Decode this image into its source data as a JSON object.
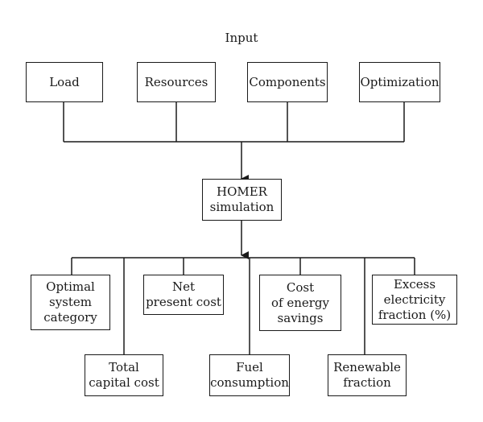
{
  "title": "Input",
  "inputs": [
    {
      "label": "Load"
    },
    {
      "label": "Resources"
    },
    {
      "label": "Components"
    },
    {
      "label": "Optimization"
    }
  ],
  "center": {
    "label": "HOMER\nsimulation"
  },
  "outputs": [
    {
      "label": "Optimal\nsystem\ncategory"
    },
    {
      "label": "Total\ncapital cost"
    },
    {
      "label": "Net\npresent cost"
    },
    {
      "label": "Fuel\nconsumption"
    },
    {
      "label": "Cost\nof energy\nsavings"
    },
    {
      "label": "Renewable\nfraction"
    },
    {
      "label": "Excess\nelectricity\nfraction (%)"
    }
  ],
  "colors": {
    "line": "#1a1a1a",
    "background": "#ffffff"
  }
}
